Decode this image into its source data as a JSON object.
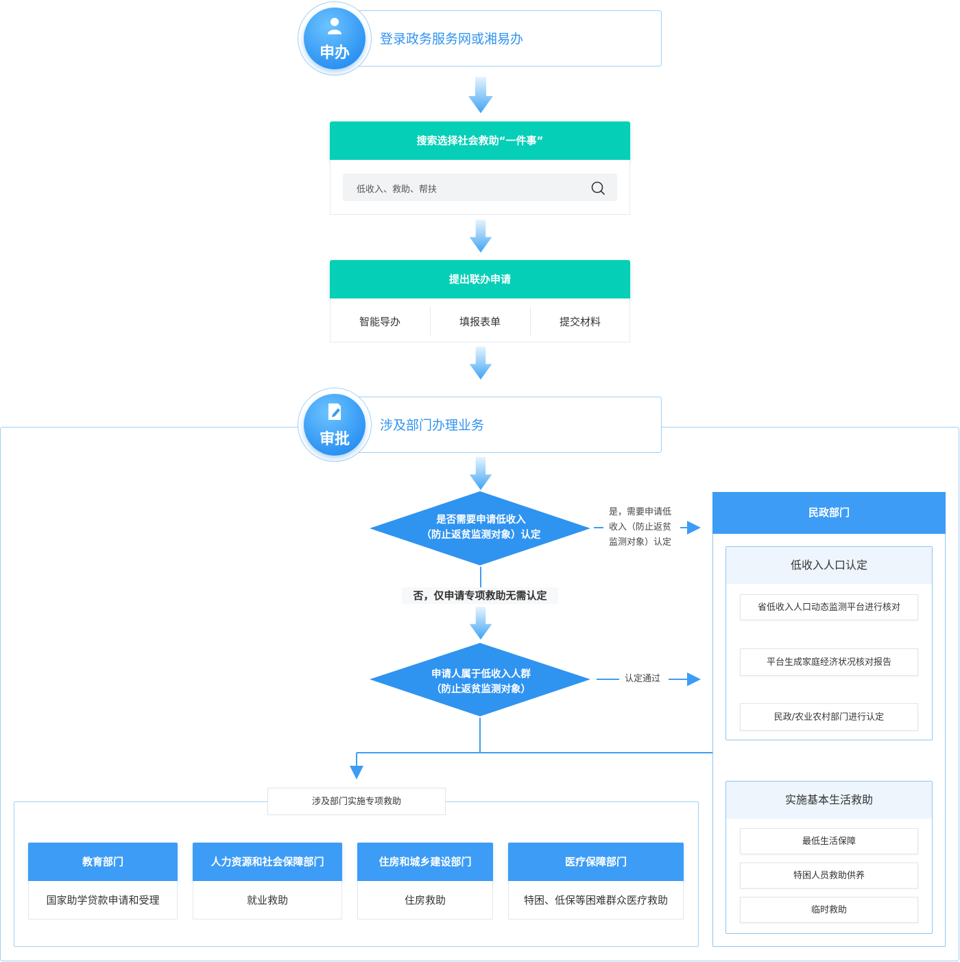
{
  "stage_apply": {
    "badge": "申办",
    "title": "登录政务服务网或湘易办",
    "icon": "person-icon"
  },
  "search_section": {
    "header": "搜索选择社会救助“一件事”",
    "search_text": "低收入、救助、帮扶",
    "icon": "search-icon"
  },
  "submit_section": {
    "header": "提出联办申请",
    "tabs": [
      "智能导办",
      "填报表单",
      "提交材料"
    ]
  },
  "stage_approve": {
    "badge": "审批",
    "title": "涉及部门办理业务",
    "icon": "edit-document-icon"
  },
  "decision1": {
    "line1": "是否需要申请低收入",
    "line2": "（防止返贫监测对象）认定",
    "yes_line1": "是，需要申请低",
    "yes_line2": "收入（防止返贫",
    "yes_line3": "监测对象）认定",
    "no_label": "否，仅申请专项救助无需认定"
  },
  "decision2": {
    "line1": "申请人属于低收入人群",
    "line2": "（防止返贫监测对象）",
    "pass_label": "认定通过"
  },
  "civil_affairs": {
    "header": "民政部门",
    "recognition": {
      "title": "低收入人口认定",
      "steps": [
        "省低收入人口动态监测平台进行核对",
        "平台生成家庭经济状况核对报告",
        "民政/农业农村部门进行认定"
      ]
    },
    "basic_aid": {
      "title": "实施基本生活救助",
      "items": [
        "最低生活保障",
        "特困人员救助供养",
        "临时救助"
      ]
    }
  },
  "special_aid": {
    "label": "涉及部门实施专项救助",
    "departments": [
      {
        "name": "教育部门",
        "service": "国家助学贷款申请和受理"
      },
      {
        "name": "人力资源和社会保障部门",
        "service": "就业救助"
      },
      {
        "name": "住房和城乡建设部门",
        "service": "住房救助"
      },
      {
        "name": "医疗保障部门",
        "service": "特困、低保等困难群众医疗救助"
      }
    ]
  },
  "colors": {
    "teal": "#06cfb7",
    "blue": "#3d9cf5",
    "light_border": "#9fd0f5"
  }
}
